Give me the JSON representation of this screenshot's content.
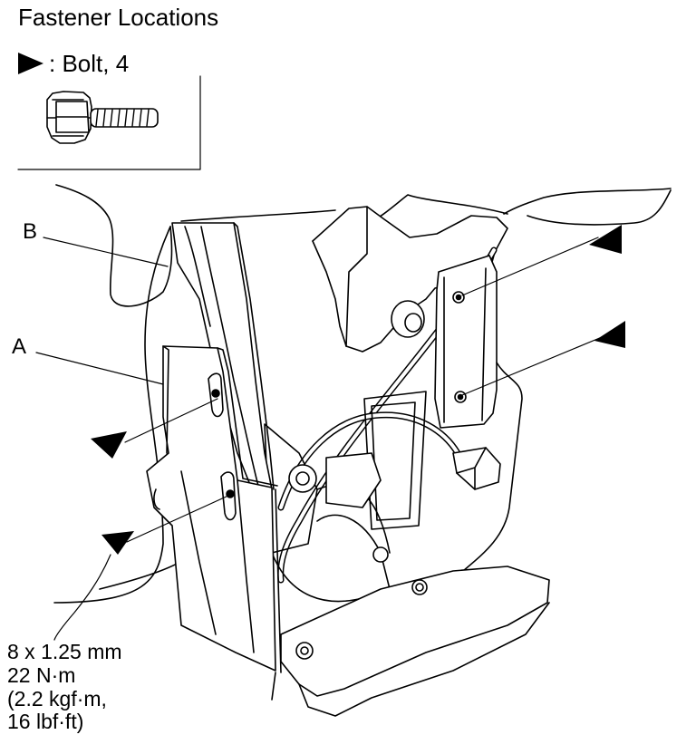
{
  "header": {
    "title": "Fastener Locations"
  },
  "legend": {
    "symbol": "black-triangle-icon",
    "text": ": Bolt, 4"
  },
  "callouts": {
    "a": "A",
    "b": "B"
  },
  "torque_spec": {
    "lines": [
      "8 x 1.25 mm",
      "22 N·m",
      "(2.2 kgf·m,",
      "16 lbf·ft)"
    ]
  },
  "colors": {
    "ink": "#000000",
    "paper": "#ffffff"
  }
}
